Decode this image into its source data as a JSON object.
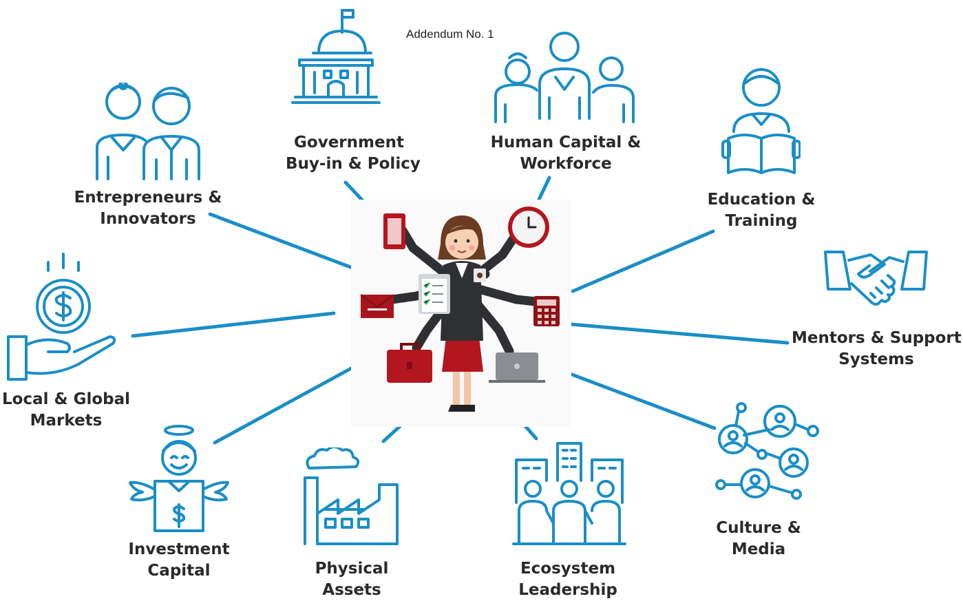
{
  "header": {
    "addendum": "Addendum No. 1"
  },
  "center": {
    "figure": "multitasking-businesswoman-illustration"
  },
  "nodes": {
    "government": {
      "line1": "Government",
      "line2": "Buy-in & Policy",
      "icon": "capitol-building-icon"
    },
    "human_capital": {
      "line1": "Human Capital &",
      "line2": "Workforce",
      "icon": "workforce-people-icon"
    },
    "education": {
      "line1": "Education &",
      "line2": "Training",
      "icon": "reading-student-icon"
    },
    "mentors": {
      "line1": "Mentors & Support",
      "line2": "Systems",
      "icon": "handshake-icon"
    },
    "culture": {
      "line1": "Culture &",
      "line2": "Media",
      "icon": "social-network-icon"
    },
    "ecosystem": {
      "line1": "Ecosystem",
      "line2": "Leadership",
      "icon": "city-people-icon"
    },
    "physical": {
      "line1": "Physical",
      "line2": "Assets",
      "icon": "factory-icon"
    },
    "investment": {
      "line1": "Investment",
      "line2": "Capital",
      "icon": "angel-investor-icon"
    },
    "markets": {
      "line1": "Local & Global",
      "line2": "Markets",
      "icon": "hand-coin-icon"
    },
    "entrepreneurs": {
      "line1": "Entrepreneurs &",
      "line2": "Innovators",
      "icon": "two-people-icon"
    }
  },
  "colors": {
    "accent": "#1a8ec6",
    "text": "#2a2a2a",
    "suit": "#2f3033",
    "red": "#b3161f"
  }
}
